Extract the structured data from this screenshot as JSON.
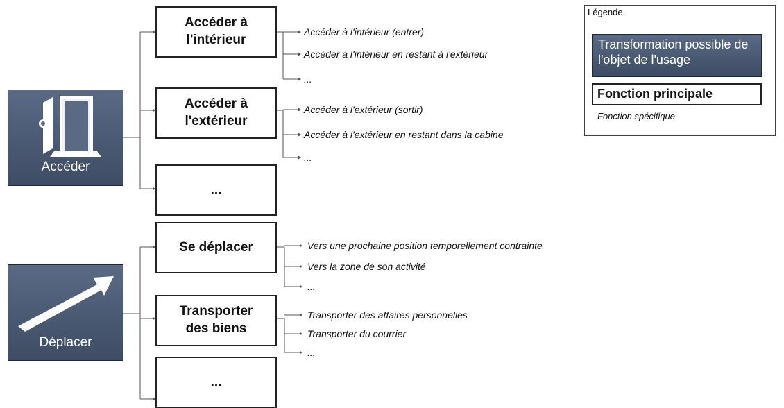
{
  "groups": [
    {
      "transformation": "Accéder",
      "icon": "door-icon",
      "functions": [
        {
          "label": "Accéder à\nl'intérieur",
          "specifics": [
            "Accéder à l'intérieur (entrer)",
            "Accéder à l'intérieur en restant à l'extérieur",
            "..."
          ]
        },
        {
          "label": "Accéder à\nl'extérieur",
          "specifics": [
            "Accéder à l'extérieur (sortir)",
            "Accéder à l'extérieur en restant dans la cabine",
            "..."
          ]
        },
        {
          "label": "...",
          "specifics": []
        }
      ]
    },
    {
      "transformation": "Déplacer",
      "icon": "arrow-up-right-icon",
      "functions": [
        {
          "label": "Se déplacer",
          "specifics": [
            "Vers une prochaine position temporellement contrainte",
            "Vers la zone de son activité",
            "..."
          ]
        },
        {
          "label": "Transporter\ndes biens",
          "specifics": [
            "Transporter des affaires personnelles",
            "Transporter du courrier",
            "..."
          ]
        },
        {
          "label": "...",
          "specifics": []
        }
      ]
    }
  ],
  "legend": {
    "title": "Légende",
    "transformation": "Transformation possible de l'objet de l'usage",
    "main_function": "Fonction principale",
    "specific_function": "Fonction spécifique"
  },
  "colors": {
    "transformation_top": "#5a6a85",
    "transformation_bottom": "#3e4c64",
    "line": "#555555"
  }
}
